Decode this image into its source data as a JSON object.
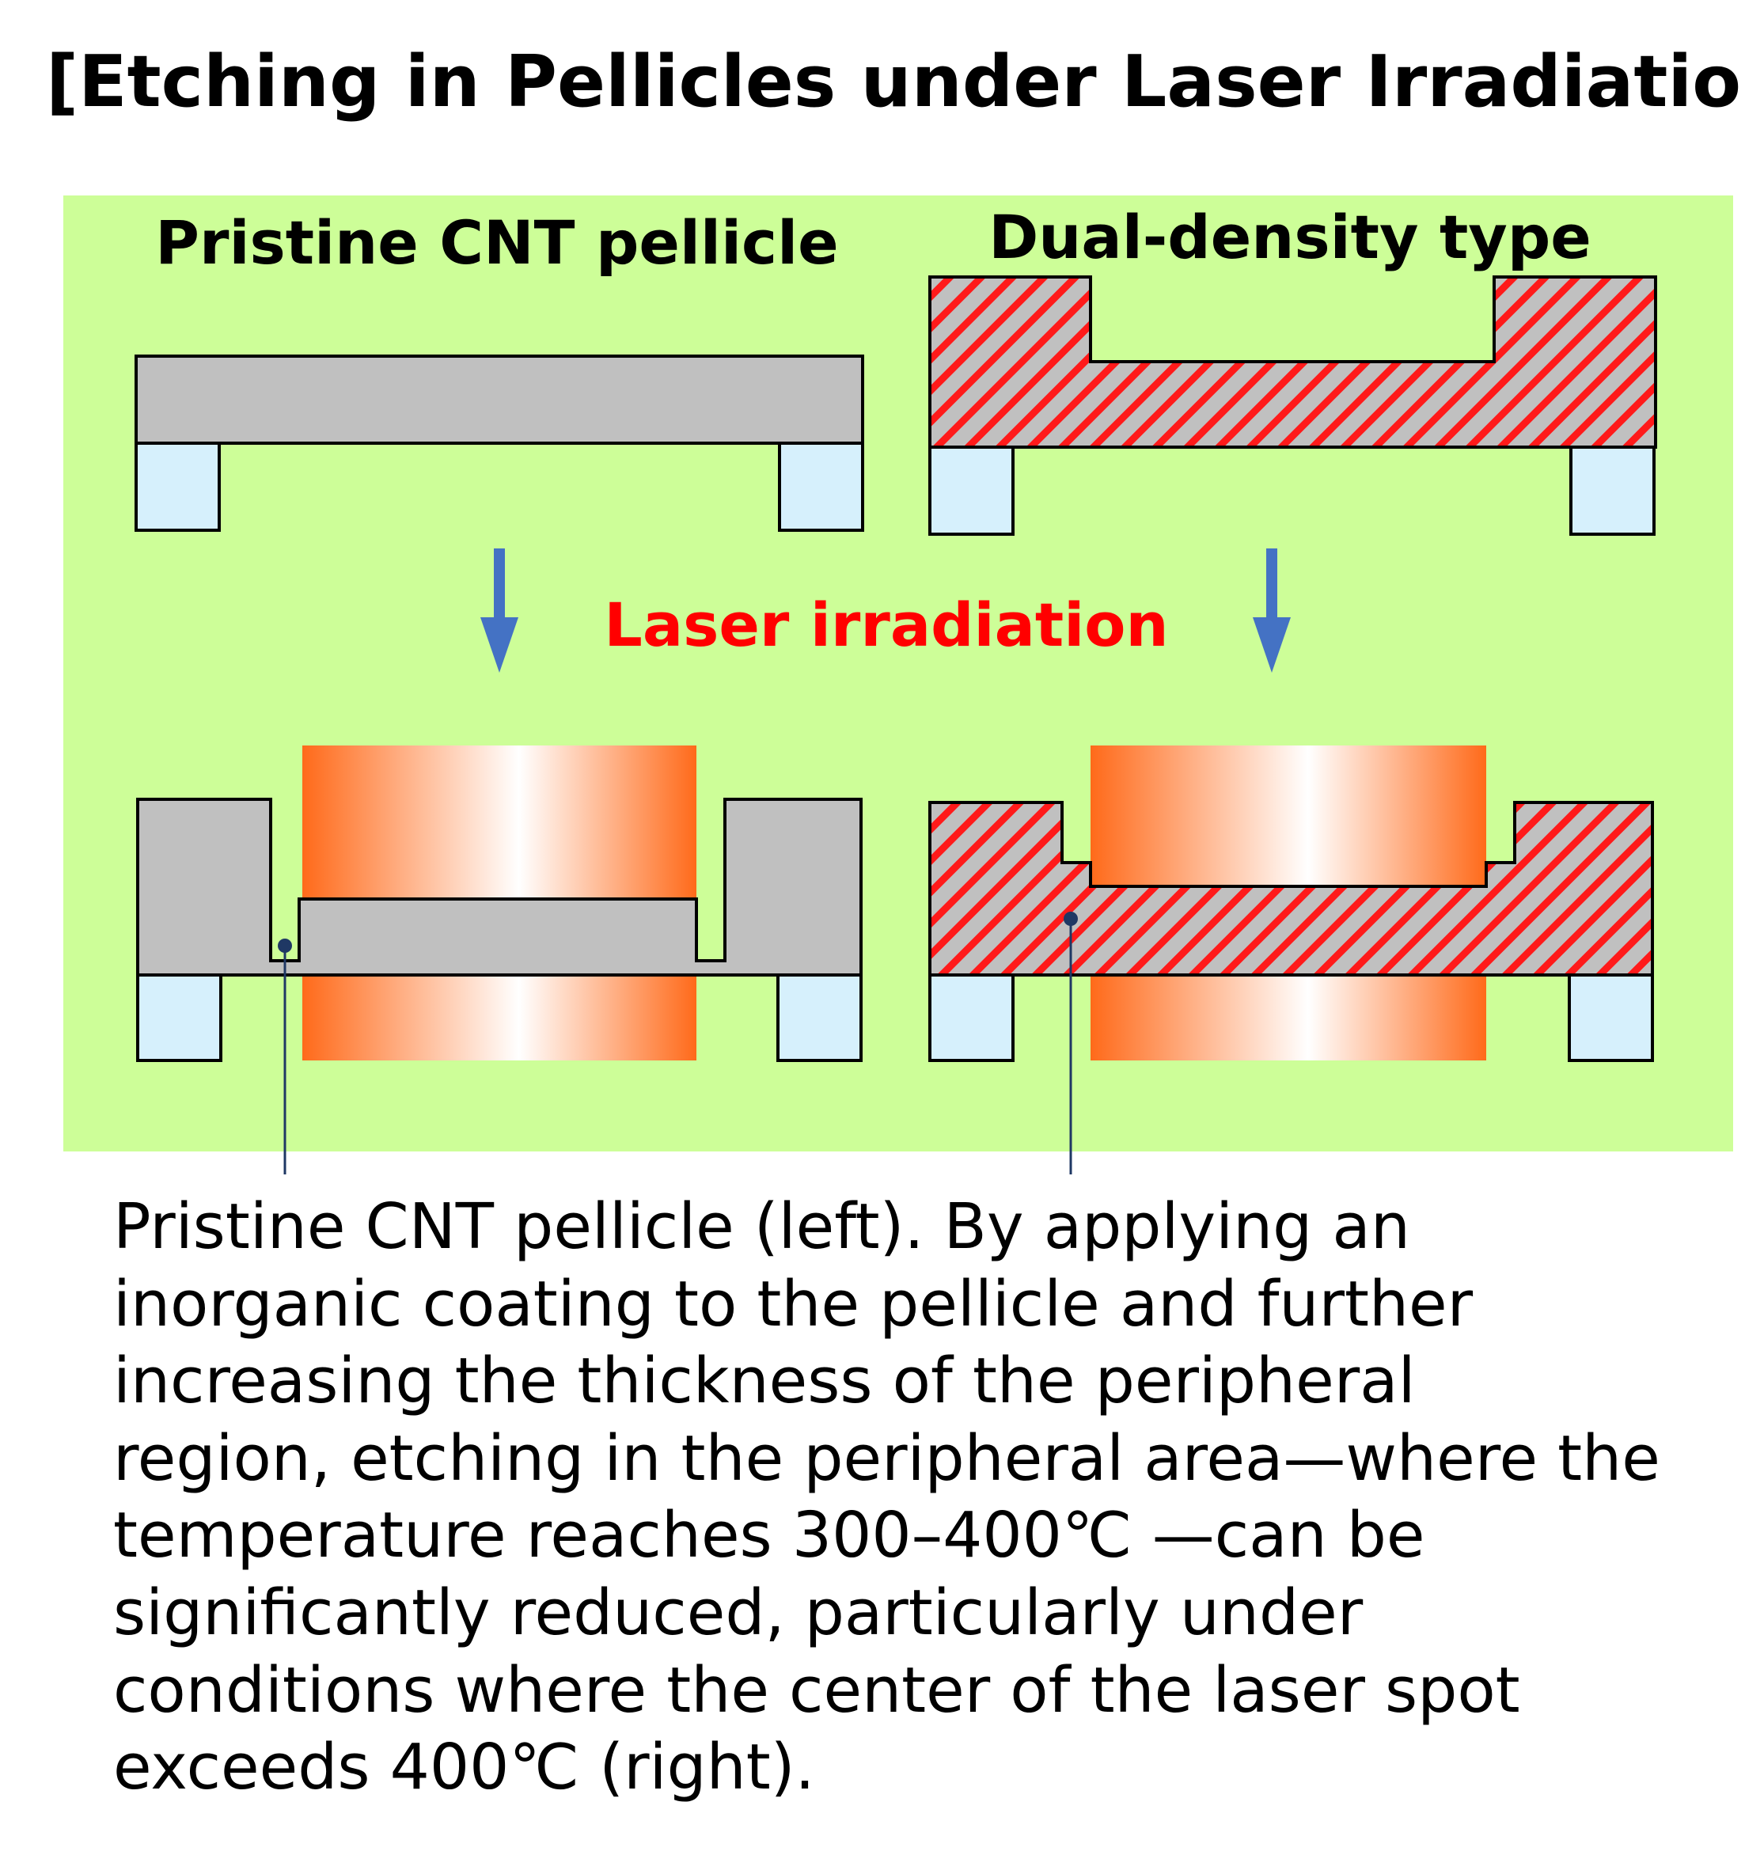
{
  "title": "[Etching in Pellicles under Laser Irradiation]",
  "diagram": {
    "left_heading": "Pristine CNT pellicle",
    "right_heading": "Dual-density type",
    "center_label": "Laser irradiation",
    "colors": {
      "panel_background": "#cdfe98",
      "membrane_gray": "#c0c0c0",
      "frame_blue": "#d6f0fc",
      "hatch_red": "#ff1a1a",
      "laser_orange": "#ff6a1a",
      "arrow_blue": "#4472c4",
      "label_red": "#ff0000",
      "leader_navy": "#1f3864"
    },
    "icons": [
      "down-arrow-icon",
      "down-arrow-icon"
    ]
  },
  "caption": "Pristine CNT pellicle (left). By applying an\ninorganic coating to the pellicle and further\nincreasing the thickness of the peripheral\nregion, etching in the peripheral area—where the\ntemperature reaches 300–400℃ —can be\nsignificantly reduced, particularly under\nconditions where the center of the laser spot\nexceeds 400℃ (right)."
}
